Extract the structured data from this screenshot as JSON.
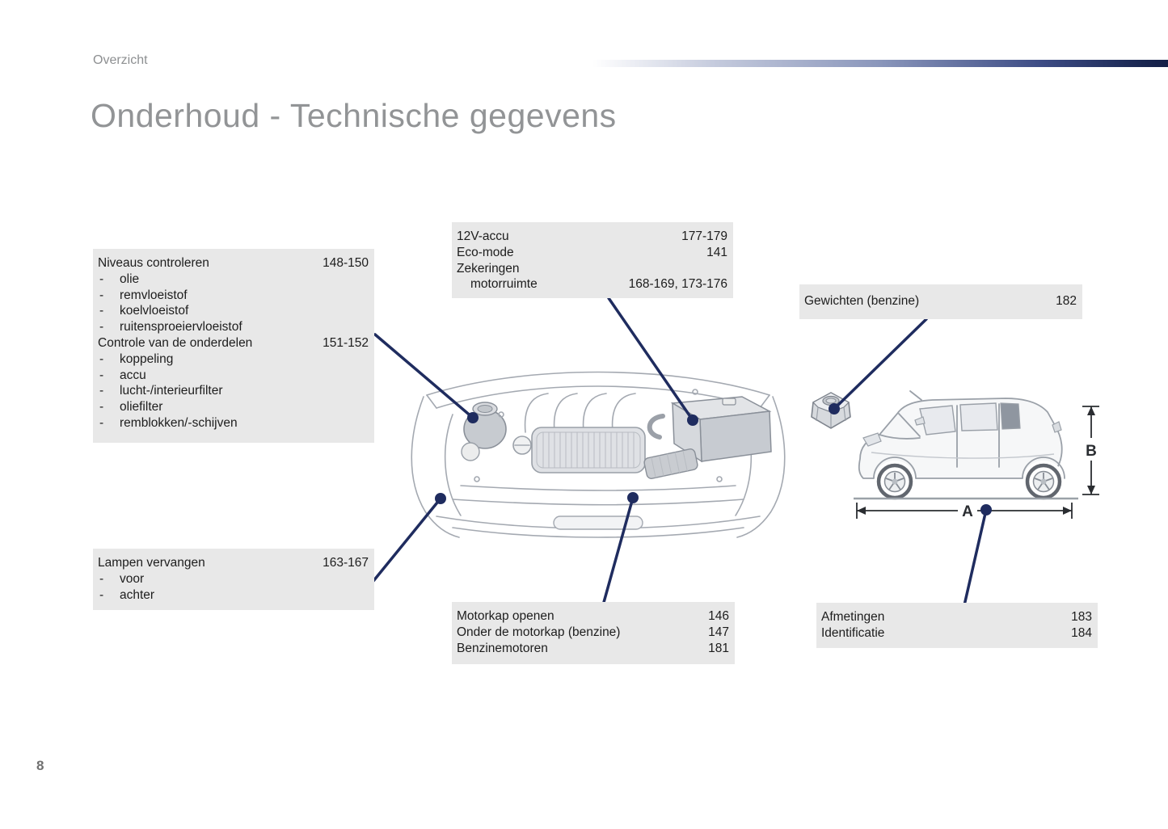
{
  "page": {
    "header": "Overzicht",
    "title": "Onderhoud - Technische gegevens",
    "page_number": "8"
  },
  "dimension_labels": {
    "width": "A",
    "height": "B"
  },
  "colors": {
    "box_background": "#e8e8e8",
    "leader_line": "#1f2c5f",
    "title_gray": "#929496",
    "gradient_end": "#141f46"
  },
  "boxes": {
    "levels": {
      "items": [
        {
          "dash": "",
          "label": "Niveaus controleren",
          "pages": "148-150"
        },
        {
          "dash": "-",
          "label": "olie",
          "pages": ""
        },
        {
          "dash": "-",
          "label": "remvloeistof",
          "pages": ""
        },
        {
          "dash": "-",
          "label": "koelvloeistof",
          "pages": ""
        },
        {
          "dash": "-",
          "label": "ruitensproeiervloeistof",
          "pages": ""
        },
        {
          "dash": "",
          "label": "Controle van de onderdelen",
          "pages": "151-152"
        },
        {
          "dash": "-",
          "label": "koppeling",
          "pages": ""
        },
        {
          "dash": "-",
          "label": "accu",
          "pages": ""
        },
        {
          "dash": "-",
          "label": "lucht-/interieurfilter",
          "pages": ""
        },
        {
          "dash": "-",
          "label": "oliefilter",
          "pages": ""
        },
        {
          "dash": "-",
          "label": "remblokken/-schijven",
          "pages": ""
        }
      ]
    },
    "battery": {
      "items": [
        {
          "label": "12V-accu",
          "pages": "177-179"
        },
        {
          "label": "Eco-mode",
          "pages": "141"
        },
        {
          "label": "Zekeringen",
          "pages": ""
        },
        {
          "label": "motorruimte",
          "pages": "168-169, 173-176"
        }
      ]
    },
    "weights": {
      "items": [
        {
          "label": "Gewichten (benzine)",
          "pages": "182"
        }
      ]
    },
    "lamps": {
      "items": [
        {
          "label": "Lampen vervangen",
          "pages": "163-167"
        },
        {
          "dash": "-",
          "label": "voor",
          "pages": ""
        },
        {
          "dash": "-",
          "label": "achter",
          "pages": ""
        }
      ]
    },
    "hood": {
      "items": [
        {
          "label": "Motorkap openen",
          "pages": "146"
        },
        {
          "label": "Onder de motorkap (benzine)",
          "pages": "147"
        },
        {
          "label": "Benzinemotoren",
          "pages": "181"
        }
      ]
    },
    "dims": {
      "items": [
        {
          "label": "Afmetingen",
          "pages": "183"
        },
        {
          "label": "Identificatie",
          "pages": "184"
        }
      ]
    }
  }
}
